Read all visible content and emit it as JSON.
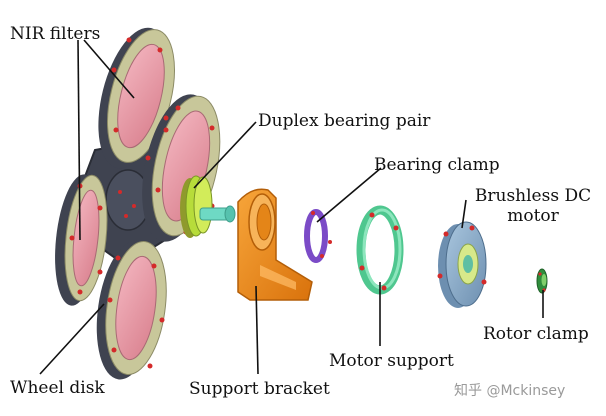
{
  "labels": {
    "nir_filters": "NIR filters",
    "duplex_bearing_pair": "Duplex bearing pair",
    "bearing_clamp": "Bearing clamp",
    "brushless_dc_motor_line1": "Brushless DC",
    "brushless_dc_motor_line2": "motor",
    "rotor_clamp": "Rotor clamp",
    "motor_support": "Motor support",
    "support_bracket": "Support bracket",
    "wheel_disk": "Wheel disk"
  },
  "watermark": "知乎 @Mckinsey",
  "colors": {
    "filter_pink": "#e59aa6",
    "filter_frame": "#c8c79a",
    "wheel_body": "#3f4350",
    "bearing_green": "#b7dc3a",
    "bracket_orange": "#f08a1c",
    "clamp_purple": "#7b4bc7",
    "support_mint": "#6ed9a9",
    "motor_blue": "#8fb1cf",
    "rotor_green": "#2f8d3c",
    "bolt_red": "#d42a2a"
  }
}
